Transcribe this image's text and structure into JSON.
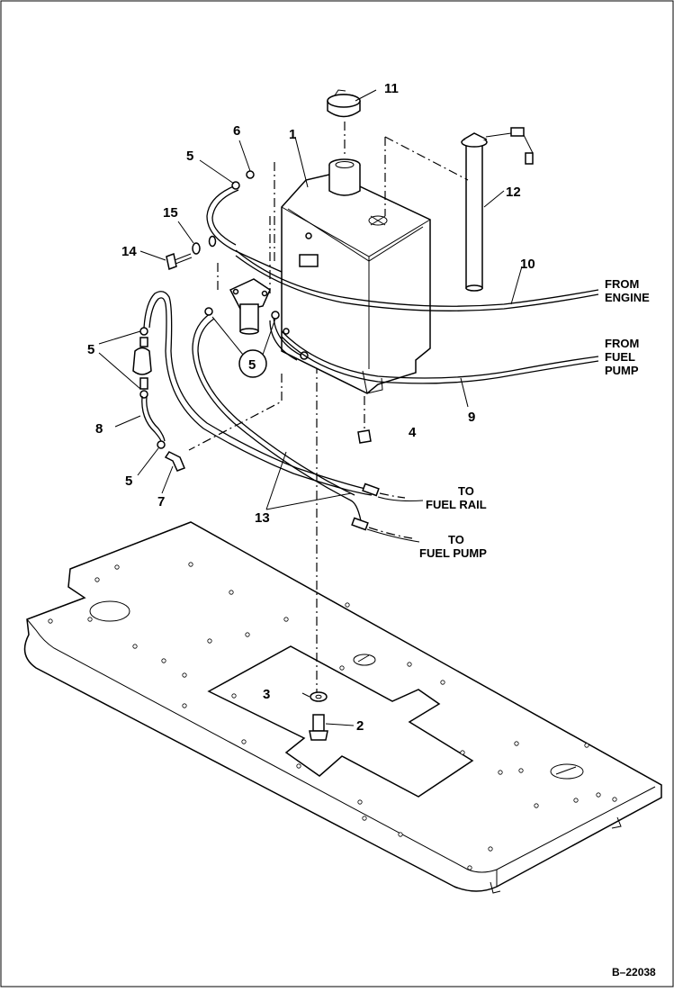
{
  "diagram": {
    "drawing_code": "B–22038",
    "colors": {
      "line": "#000000",
      "background": "#ffffff"
    },
    "callouts": [
      {
        "id": "c11",
        "label": "11"
      },
      {
        "id": "c1",
        "label": "1"
      },
      {
        "id": "c6",
        "label": "6"
      },
      {
        "id": "c5a",
        "label": "5"
      },
      {
        "id": "c12",
        "label": "12"
      },
      {
        "id": "c15",
        "label": "15"
      },
      {
        "id": "c14",
        "label": "14"
      },
      {
        "id": "c10",
        "label": "10"
      },
      {
        "id": "c5b",
        "label": "5"
      },
      {
        "id": "c5c",
        "label": "5"
      },
      {
        "id": "c9",
        "label": "9"
      },
      {
        "id": "c4",
        "label": "4"
      },
      {
        "id": "c8",
        "label": "8"
      },
      {
        "id": "c5d",
        "label": "5"
      },
      {
        "id": "c7",
        "label": "7"
      },
      {
        "id": "c13",
        "label": "13"
      },
      {
        "id": "c3",
        "label": "3"
      },
      {
        "id": "c2",
        "label": "2"
      }
    ],
    "notes": [
      {
        "id": "from_engine",
        "lines": [
          "FROM",
          "ENGINE"
        ]
      },
      {
        "id": "from_fuel_pump",
        "lines": [
          "FROM",
          "FUEL",
          "PUMP"
        ]
      },
      {
        "id": "to_fuel_rail",
        "lines": [
          "TO",
          "FUEL RAIL"
        ]
      },
      {
        "id": "to_fuel_pump",
        "lines": [
          "TO",
          "FUEL PUMP"
        ]
      }
    ]
  }
}
